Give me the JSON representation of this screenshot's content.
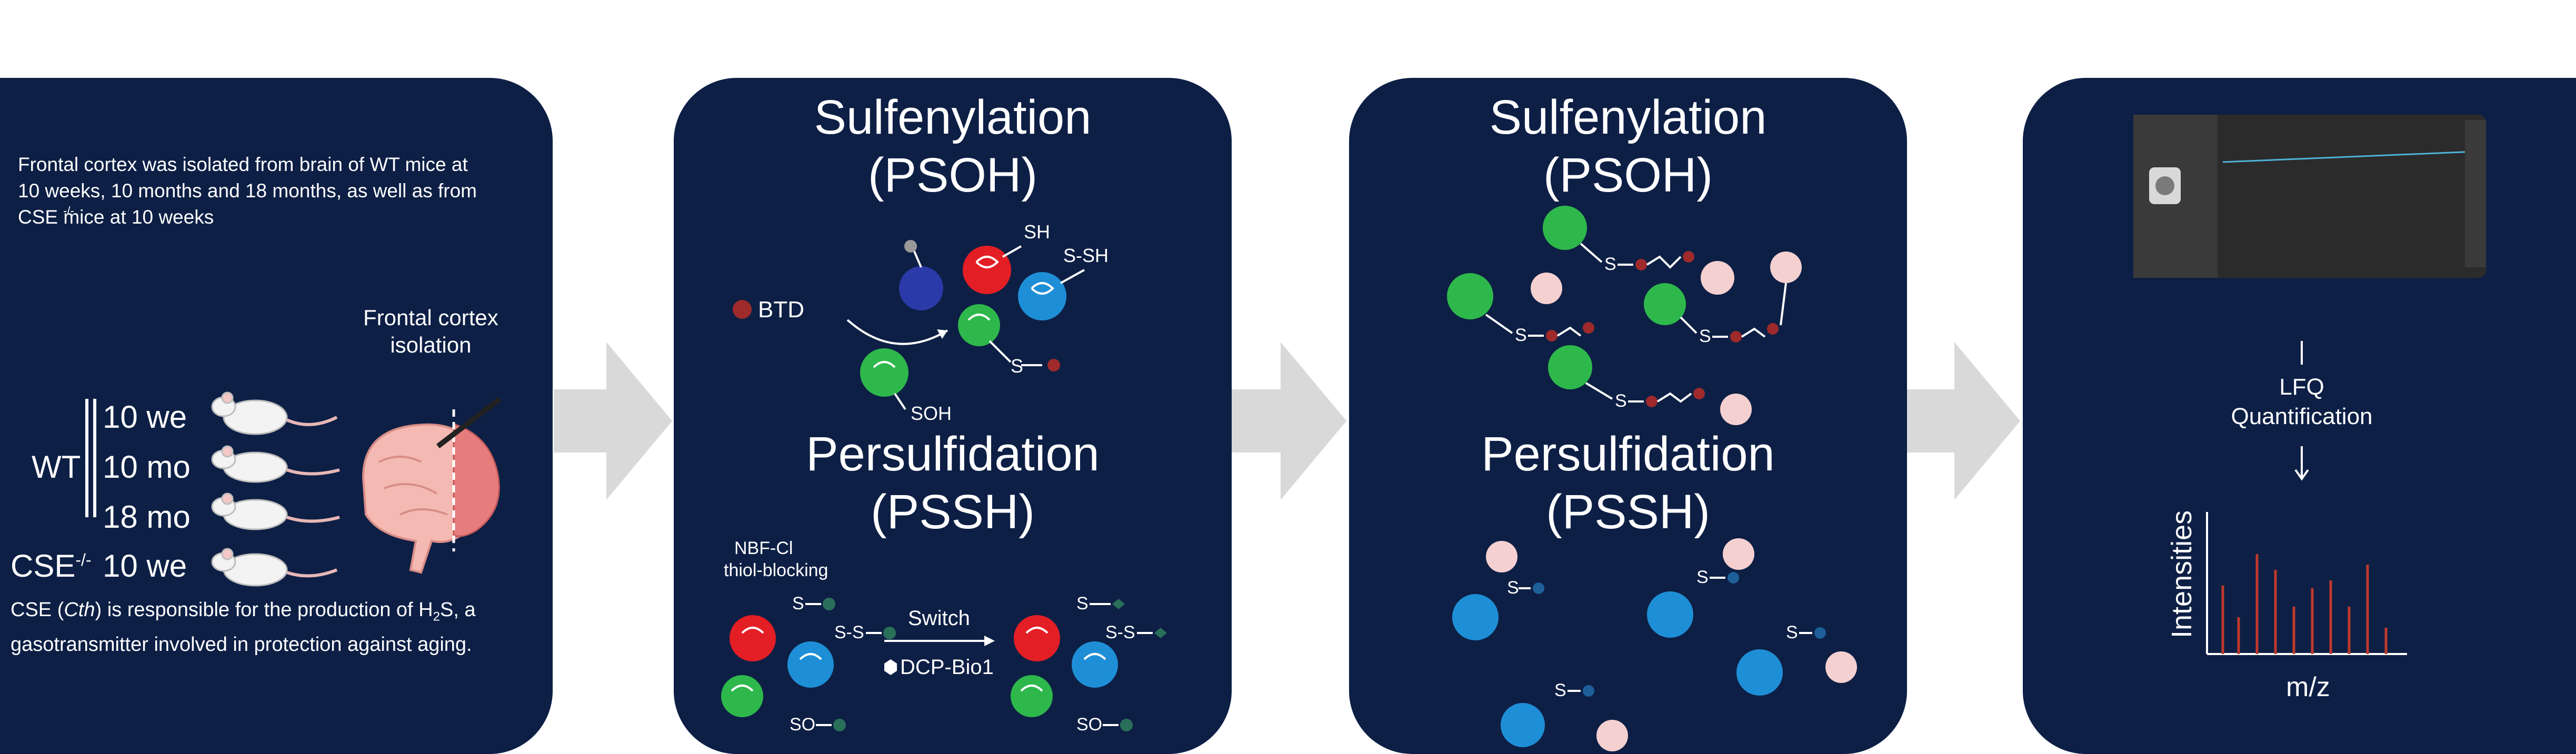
{
  "panel1": {
    "intro": [
      "Frontal cortex was isolated from brain of WT mice at",
      "10 weeks, 10 months and 18 months, as well as from",
      "CSE mice at 10 weeks"
    ],
    "intro_sup": "-/-",
    "group_wt": "WT",
    "group_cse": "CSE",
    "group_cse_sup": "-/-",
    "ages": [
      "10 we",
      "10 mo",
      "18 mo",
      "10 we"
    ],
    "brain_label": [
      "Frontal cortex",
      "isolation"
    ],
    "note_line1_pre": "CSE (",
    "note_line1_gene": "Cth",
    "note_line1_mid": ") is responsible for the production of H",
    "note_line1_sub": "2",
    "note_line1_post": "S, a",
    "note_line2": "gasotransmitter involved in protection against aging."
  },
  "panel2": {
    "title1": "Sulfenylation",
    "title1b": "(PSOH)",
    "title2": "Persulfidation",
    "title2b": "(PSSH)",
    "labels": {
      "sh": "SH",
      "ssh": "S-SH",
      "btd": "BTD",
      "s": "S",
      "soh": "SOH",
      "nbf": "NBF-Cl",
      "thiol": "thiol-blocking",
      "ss": "S-S",
      "switch": "Switch",
      "dcp": "DCP-Bio1",
      "so": "SO"
    }
  },
  "panel3": {
    "title1": "Sulfenylation",
    "title1b": "(PSOH)",
    "title2": "Persulfidation",
    "title2b": "(PSSH)",
    "s_label": "S"
  },
  "panel4": {
    "lfq": [
      "LFQ",
      "Quantification"
    ],
    "ylabel": "Intensities",
    "xlabel": "m/z"
  },
  "colors": {
    "panel": "#0d1f45",
    "arrow": "#d9d9d9",
    "red": "#e31e25",
    "blue": "#1e8fd6",
    "green": "#2eb84b",
    "navy": "#2a3aa8",
    "bead": "#9e2a2b",
    "spectrum": "#c0392b"
  },
  "icons": [
    "mouse-icon",
    "brain-icon",
    "protein-icon",
    "mass-spectrometer-icon",
    "spectrum-icon",
    "flow-arrow-icon"
  ]
}
